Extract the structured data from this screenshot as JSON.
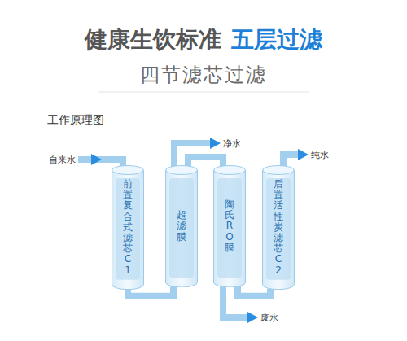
{
  "diagram": {
    "title": "健康生饮标准",
    "nodes": [
      {
        "text": [
          "前置复合式滤芯C1"
        ]
      },
      {
        "text": [
          "超滤膜"
        ]
      },
      {
        "text": [
          "陶氏RO膜"
        ]
      },
      {
        "text": [
          "后置活性炭滤芯C2"
        ]
      }
    ],
    "edges": [
      {
        "from": 0,
        "to": 1,
        "arrow": "none"
      },
      {
        "from": 1,
        "to": 2,
        "arrow": "none"
      },
      {
        "from": 2,
        "to": 3,
        "arrow": "none"
      }
    ],
    "labels": [
      "五层过滤",
      "四节滤芯过滤",
      "工作原理图",
      "自来水",
      "净水",
      "纯水",
      "废水"
    ]
  }
}
